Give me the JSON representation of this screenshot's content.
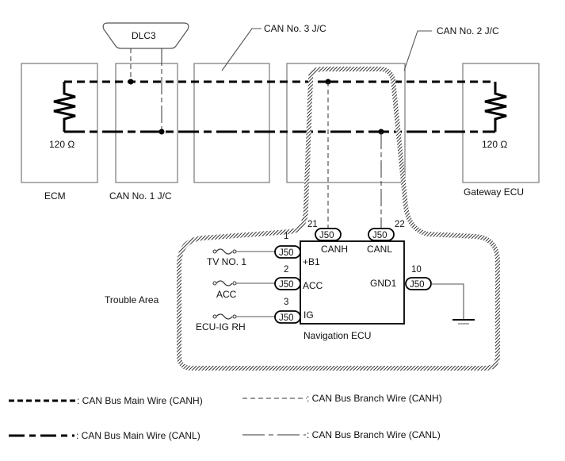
{
  "diagram": {
    "components": {
      "dlc3": "DLC3",
      "ecm": "ECM",
      "can_jc1": "CAN No. 1 J/C",
      "can_jc3": "CAN No. 3 J/C",
      "can_jc2": "CAN No. 2 J/C",
      "gateway": "Gateway ECU",
      "nav_ecu": "Navigation ECU"
    },
    "resistors": {
      "ecm": "120 Ω",
      "gateway": "120 Ω"
    },
    "trouble_area": "Trouble Area",
    "connector": "J50",
    "pins": [
      {
        "num": "21",
        "name": "CANH"
      },
      {
        "num": "22",
        "name": "CANL"
      },
      {
        "num": "1",
        "name": "+B1",
        "fuse": "TV NO. 1"
      },
      {
        "num": "2",
        "name": "ACC",
        "fuse": "ACC"
      },
      {
        "num": "3",
        "name": "IG",
        "fuse": "ECU-IG RH"
      },
      {
        "num": "10",
        "name": "GND1"
      }
    ]
  },
  "legend": [
    {
      "style": "main-canh",
      "label": ": CAN Bus Main Wire (CANH)"
    },
    {
      "style": "branch-canh",
      "label": ": CAN Bus Branch Wire (CANH)"
    },
    {
      "style": "main-canl",
      "label": ": CAN Bus Main Wire (CANL)"
    },
    {
      "style": "branch-canl",
      "label": ": CAN Bus Branch Wire (CANL)"
    }
  ]
}
